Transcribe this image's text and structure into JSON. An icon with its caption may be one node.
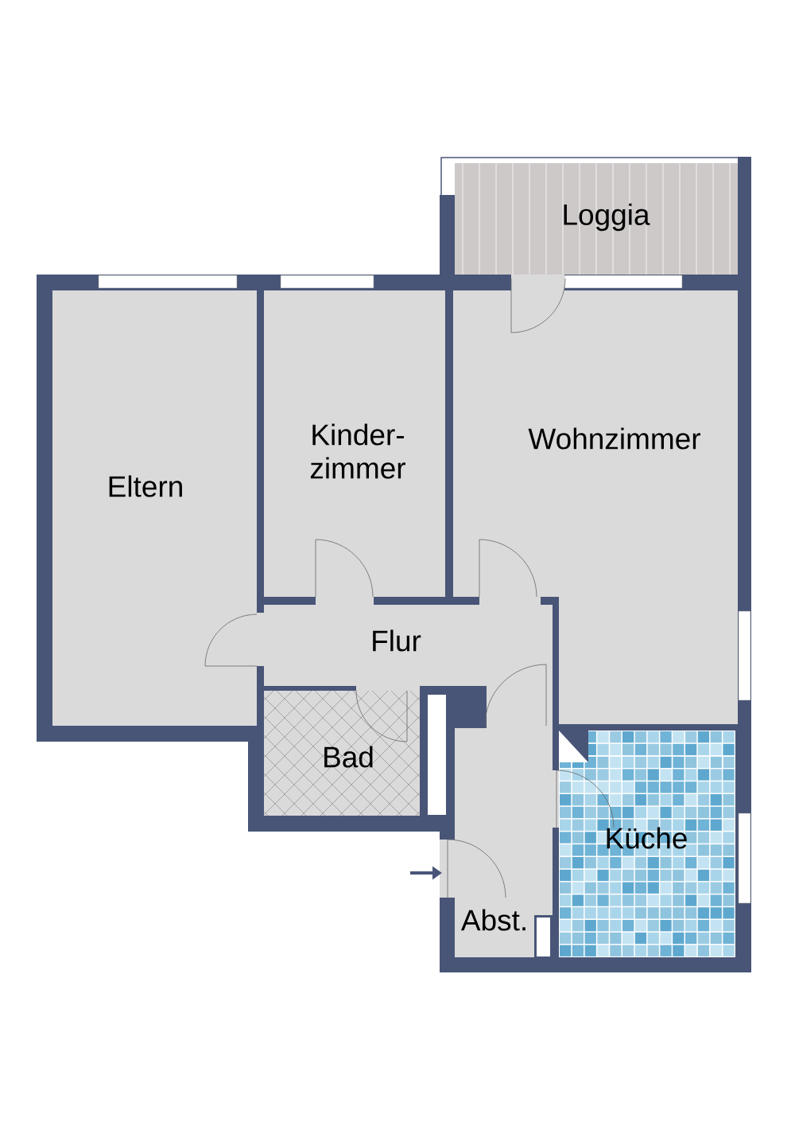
{
  "diagram": {
    "nodes": [
      {
        "text": [
          "Loggia"
        ]
      },
      {
        "text": [
          "Eltern"
        ]
      },
      {
        "text": [
          "Kinder- zimmer"
        ]
      },
      {
        "text": [
          "Wohnzimmer"
        ]
      },
      {
        "text": [
          "Flur"
        ]
      },
      {
        "text": [
          "Bad"
        ]
      },
      {
        "text": [
          "Küche"
        ]
      },
      {
        "text": [
          "Abst."
        ]
      }
    ],
    "edges": []
  }
}
